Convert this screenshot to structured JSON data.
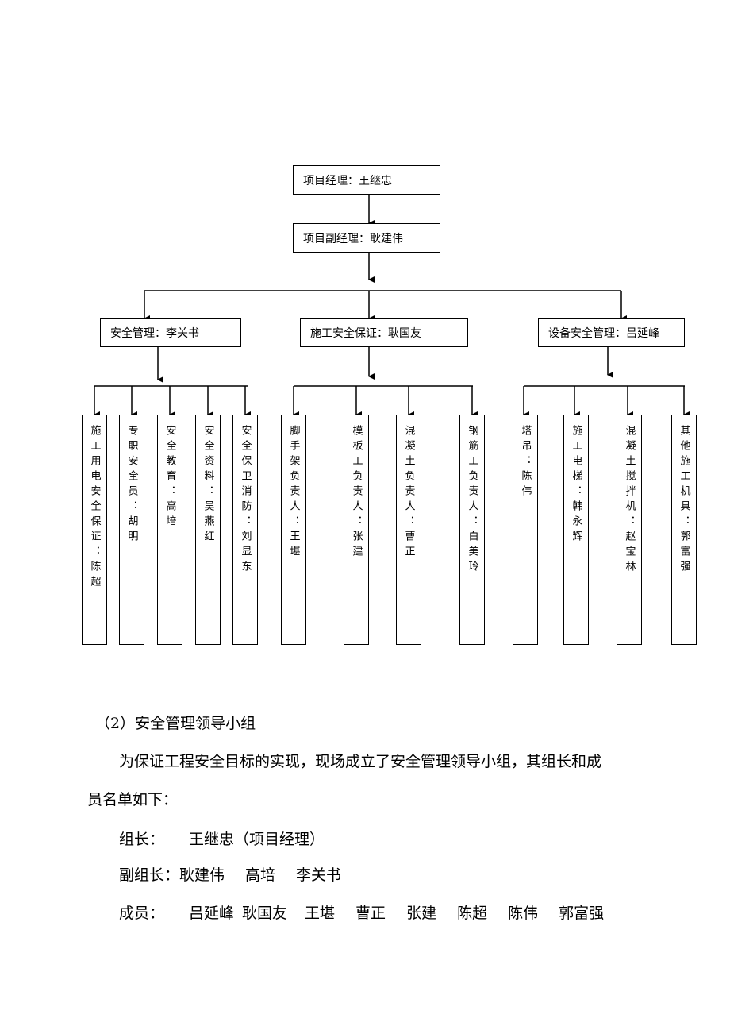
{
  "org_chart": {
    "top": "项目经理：王继忠",
    "deputy": "项目副经理：耿建伟",
    "branches": [
      {
        "label": "安全管理：李关书",
        "children": [
          "施工用电安全保证：陈超",
          "专职安全员：胡明",
          "安全教育：高培",
          "安全资料：吴燕红",
          "安全保卫消防：刘显东"
        ]
      },
      {
        "label": "施工安全保证：耿国友",
        "children": [
          "脚手架负责人：王堪",
          "模板工负责人：张建",
          "混凝土负责人：曹正",
          "钢筋工负责人：白美玲"
        ]
      },
      {
        "label": "设备安全管理：吕延峰",
        "children": [
          "塔吊：陈伟",
          "施工电梯：韩永辉",
          "混凝土搅拌机：赵宝林",
          "其他施工机具：郭富强"
        ]
      }
    ]
  },
  "text": {
    "heading": "（2）安全管理领导小组",
    "intro_line1": "为保证工程安全目标的实现，现场成立了安全管理领导小组，其组长和成",
    "intro_line2": "员名单如下：",
    "leader_label": "组长：",
    "leader_value": "王继忠（项目经理）",
    "deputy_label": "副组长：",
    "deputy_values": [
      "耿建伟",
      "高培",
      "李关书"
    ],
    "members_label": "成员：",
    "members_values": [
      "吕延峰",
      "耿国友",
      "王堪",
      "曹正",
      "张建",
      "陈超",
      "陈伟",
      "郭富强"
    ]
  }
}
